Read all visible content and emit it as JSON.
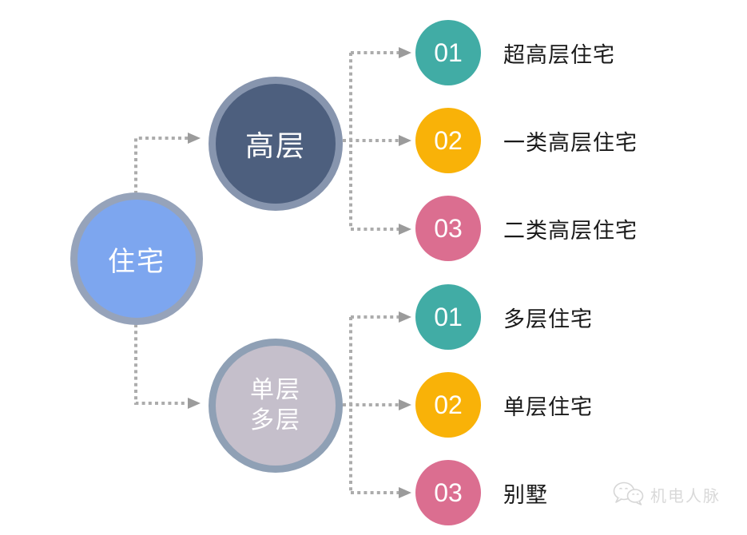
{
  "diagram": {
    "root": {
      "label": "住宅",
      "fill": "#7DA6EF",
      "ring": "#96A3BA"
    },
    "branch_top": {
      "label": "高层",
      "fill": "#4D5F7E",
      "ring": "#8795AE"
    },
    "branch_bottom": {
      "line1": "单层",
      "line2": "多层",
      "fill": "#C5BFCB",
      "ring": "#8FA0B5"
    },
    "items_top": [
      {
        "num": "01",
        "label": "超高层住宅",
        "color": "#41ACA5"
      },
      {
        "num": "02",
        "label": "一类高层住宅",
        "color": "#F9B208"
      },
      {
        "num": "03",
        "label": "二类高层住宅",
        "color": "#DB6E90"
      }
    ],
    "items_bottom": [
      {
        "num": "01",
        "label": "多层住宅",
        "color": "#41ACA5"
      },
      {
        "num": "02",
        "label": "单层住宅",
        "color": "#F9B208"
      },
      {
        "num": "03",
        "label": "别墅",
        "color": "#DB6E90"
      }
    ],
    "connector": {
      "line_color": "#ACACAC",
      "arrow_color": "#9B9B9B"
    }
  },
  "watermark": {
    "label": "机电人脉",
    "icon": "wechat-logo"
  }
}
